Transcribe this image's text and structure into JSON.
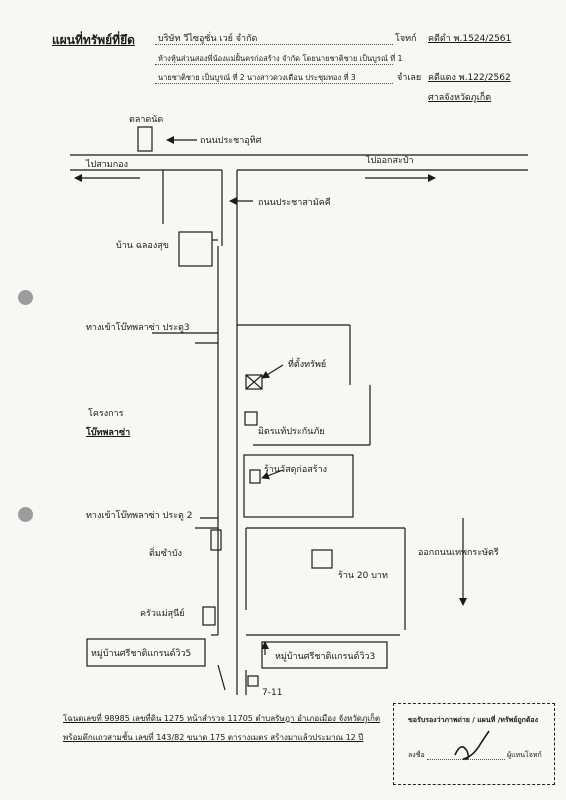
{
  "header": {
    "title": "แผนที่ทรัพย์ที่ยึด",
    "company_line": "บริษัท วีไซอูซั่น เวย์ จำกัด",
    "plaintiff_label": "โจทก์",
    "case_black": "คดีดำ  พ.1524/2561",
    "defendant_line1": "ห้างหุ้นส่วนสองพี่น้องแม่ฝั้นครก่อสร้าง จำกัด โดยนายชาติชาย เป็นบูรณ์ ที่ 1",
    "defendant_line2": "นายชาติชาย เป็นบูรณ์ ที่ 2 นางสาวดวงเดือน ประชุมทอง ที่ 3",
    "defendant_label": "จำเลย",
    "case_red": "คดีแดง พ.122/2562",
    "court": "ศาลจังหวัดภูเก็ต"
  },
  "map": {
    "market": "ตลาดนัด",
    "road_main": "ถนนประชาอุทิศ",
    "to_samkong": "ไปสามกอง",
    "to_kathu": "ไปออกสะป๋า",
    "road_side": "ถนนประชาสามัคคี",
    "house_chalong": "บ้าน ฉลองสุข",
    "gate3": "ทางเข้าโบ๊ทพลาซ่า ประตู3",
    "property": "ที่ตั้งทรัพย์",
    "project": "โครงการ",
    "project_name": "โบ๊ทพลาซ่า",
    "insurance": "มิตรแท้ประกันภัย",
    "hardware": "ร้านวัสดุก่อสร้าง",
    "gate2": "ทางเข้าโบ๊ทพลาซ่า ประตู 2",
    "dimsum": "ติ่มซำบัง",
    "shop20": "ร้าน 20 บาท",
    "to_thepkrasattri": "ออกถนนเทพกระษัตรี",
    "kitchen": "ครัวแม่สุนีย์",
    "village5": "หมู่บ้านศรีชาติแกรนด์วิว5",
    "village3": "หมู่บ้านศรีชาติแกรนด์วิว3",
    "seven_eleven": "7-11"
  },
  "footer": {
    "line1": "โฉนดเลขที่ 98985 เลขที่ดิน 1275 หน้าสำรวจ 11705  ตำบลรัษฎา อำเภอเมือง จังหวัดภูเก็ต",
    "line2": "พร้อมตึกแถวสามชั้น เลขที่ 143/82  ขนาด 175  ตารางเมตร สร้างมาแล้วประมาณ 12 ปี"
  },
  "certification": {
    "text": "ขอรับรองว่าภาพถ่าย / แผนที่ /ทรัพย์ถูกต้อง",
    "sign_label": "ลงชื่อ",
    "signer_role": "ผู้แทนโจทก์"
  }
}
